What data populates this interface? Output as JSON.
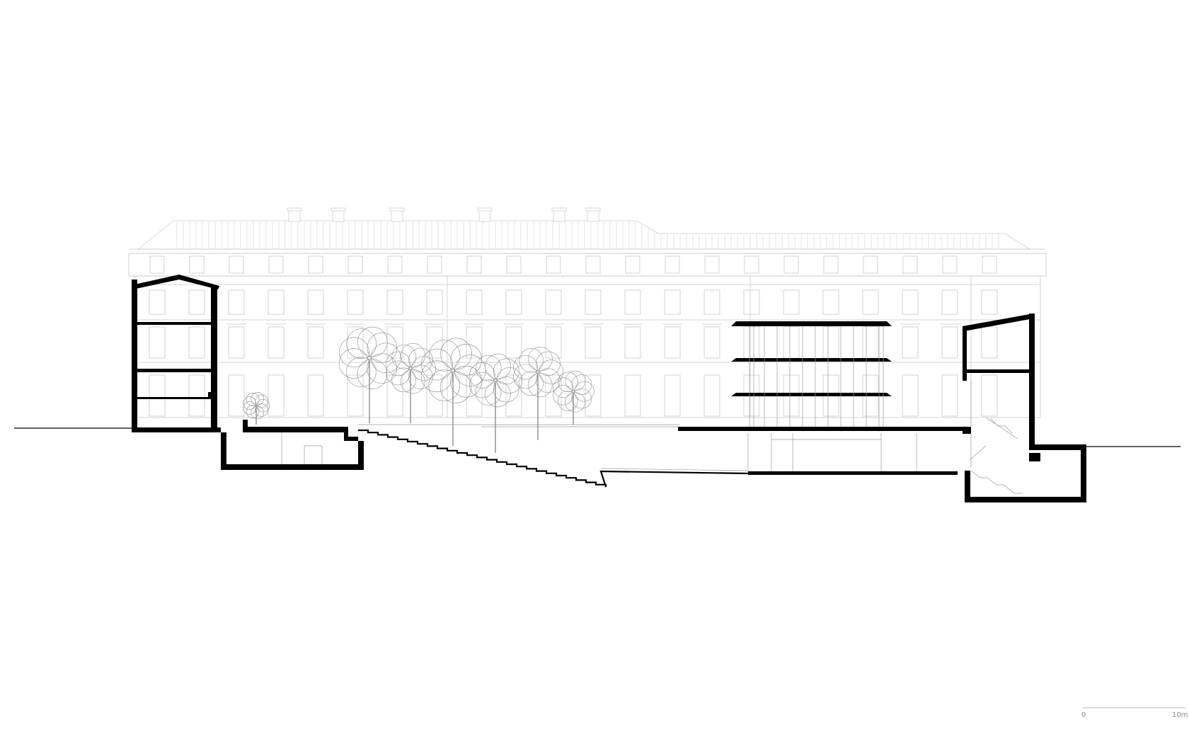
{
  "drawing": {
    "kind": "architectural-section",
    "colors": {
      "background": "#ffffff",
      "cut": "#000000",
      "elevation_line": "#c9c9c9",
      "tree": "#8f8f8f"
    }
  },
  "scale_bar": {
    "start_label": "0",
    "end_label": "10m"
  }
}
